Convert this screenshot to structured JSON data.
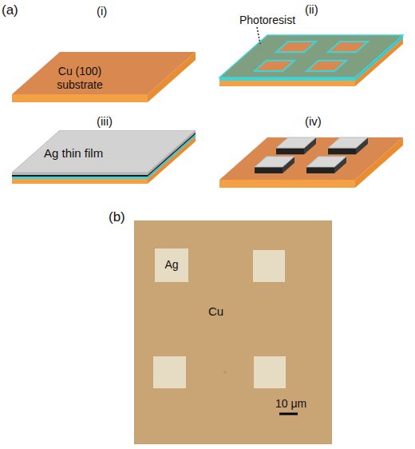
{
  "diagram": {
    "nodes": [
      {
        "text": [
          "Cu (100) substrate"
        ]
      },
      {
        "text": [
          "Ag thin film"
        ]
      },
      {
        "text": [
          "Cu"
        ]
      },
      {
        "text": [
          "Ag"
        ],
        "in": 2
      }
    ],
    "labels": [
      "(a)",
      "(i)",
      "(ii)",
      "Photoresist",
      "(iii)",
      "(iv)",
      "(b)",
      "10 μm"
    ]
  }
}
